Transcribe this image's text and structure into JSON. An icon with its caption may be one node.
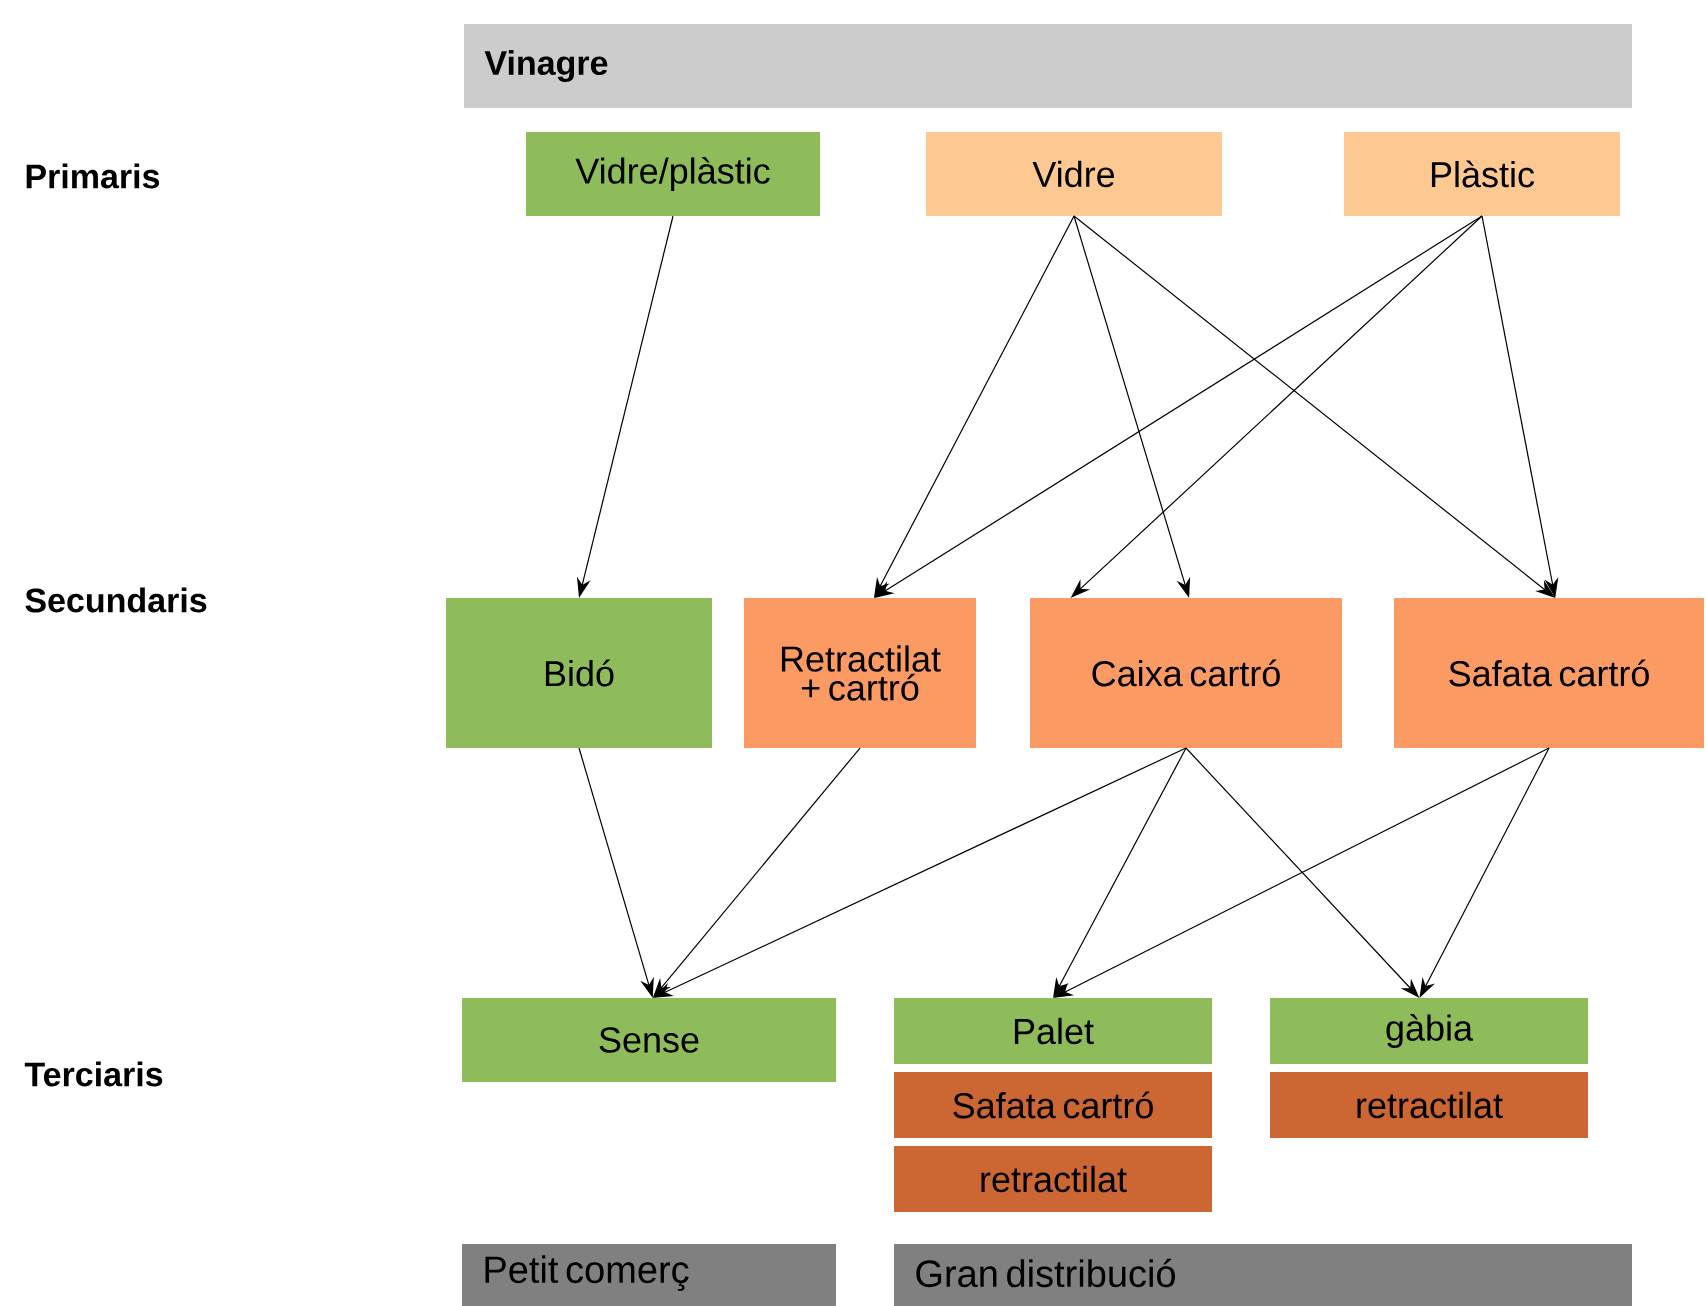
{
  "diagram": {
    "nodes": [
      {
        "text": [
          "Vinagre"
        ]
      },
      {
        "text": [
          "Vidre/plàstic"
        ]
      },
      {
        "text": [
          "Vidre"
        ]
      },
      {
        "text": [
          "Plàstic"
        ]
      },
      {
        "text": [
          "Bidó"
        ]
      },
      {
        "text": [
          "Retractilat + cartró"
        ]
      },
      {
        "text": [
          "Caixa cartró"
        ]
      },
      {
        "text": [
          "Safata cartró"
        ]
      },
      {
        "text": [
          "Sense"
        ]
      },
      {
        "text": [
          "Palet"
        ]
      },
      {
        "text": [
          "Safata cartró"
        ]
      },
      {
        "text": [
          "retractilat"
        ]
      },
      {
        "text": [
          "gàbia"
        ]
      },
      {
        "text": [
          "retractilat"
        ]
      },
      {
        "text": [
          "Petit comerç"
        ]
      },
      {
        "text": [
          "Gran distribució"
        ]
      }
    ],
    "edges": [
      {
        "from": 1,
        "to": 4,
        "arrow": "to"
      },
      {
        "from": 2,
        "to": 5,
        "arrow": "to"
      },
      {
        "from": 2,
        "to": 6,
        "arrow": "to"
      },
      {
        "from": 2,
        "to": 7,
        "arrow": "to"
      },
      {
        "from": 3,
        "to": 5,
        "arrow": "to"
      },
      {
        "from": 3,
        "to": 6,
        "arrow": "to"
      },
      {
        "from": 3,
        "to": 7,
        "arrow": "to"
      },
      {
        "from": 4,
        "to": 8,
        "arrow": "to"
      },
      {
        "from": 5,
        "to": 8,
        "arrow": "to"
      },
      {
        "from": 6,
        "to": 8,
        "arrow": "to"
      },
      {
        "from": 6,
        "to": 9,
        "arrow": "to"
      },
      {
        "from": 6,
        "to": 12,
        "arrow": "to"
      },
      {
        "from": 7,
        "to": 9,
        "arrow": "to"
      },
      {
        "from": 7,
        "to": 12,
        "arrow": "to"
      }
    ],
    "labels": [
      "Primaris",
      "Secundaris",
      "Terciaris"
    ]
  }
}
